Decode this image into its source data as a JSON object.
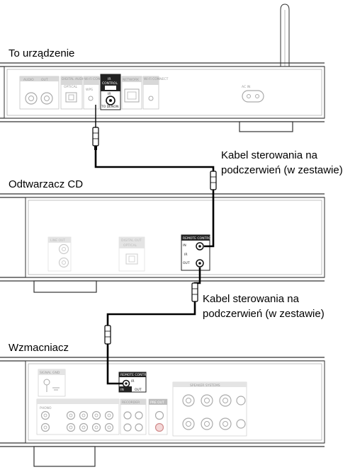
{
  "labels": {
    "device": "To urządzenie",
    "cd_player": "Odtwarzacz CD",
    "amplifier": "Wzmacniacz",
    "cable1_line1": "Kabel sterowania na",
    "cable1_line2": "podczerwień (w zestawie)",
    "cable2_line1": "Kabel sterowania na",
    "cable2_line2": "podczerwień (w zestawie)"
  },
  "device_panel": {
    "audio": "AUDIO",
    "out": "OUT",
    "digital_audio": "DIGITAL AUDIO",
    "optical": "OPTICAL",
    "wifi_connect": "Wi-Fi CONNECT",
    "wps": "WPS",
    "ir": "IR",
    "control": "CONTROL",
    "ir_in": "IR",
    "to_remote": "TO DENON",
    "network": "NETWORK",
    "wifi_connect2": "Wi-Fi CONNECT",
    "ac_in": "AC IN"
  },
  "cd_panel": {
    "line_out": "LINE OUT",
    "digital_out": "DIGITAL OUT",
    "optical": "OPTICAL",
    "remote_control": "REMOTE CONTROL",
    "in": "IN",
    "ir": "IR",
    "out": "OUT"
  },
  "amp_panel": {
    "remote_control": "REMOTE CONTROL",
    "ir": "IR",
    "in": "IN",
    "out": "OUT",
    "signal_gnd": "SIGNAL GND",
    "phono": "PHONO",
    "recorder": "RECORDER",
    "pre_out": "PRE OUT",
    "speaker_systems": "SPEAKER SYSTEMS"
  },
  "colors": {
    "cable": "#000000",
    "panel_stroke": "#333333",
    "jack_faded": "#c8c8c8"
  }
}
